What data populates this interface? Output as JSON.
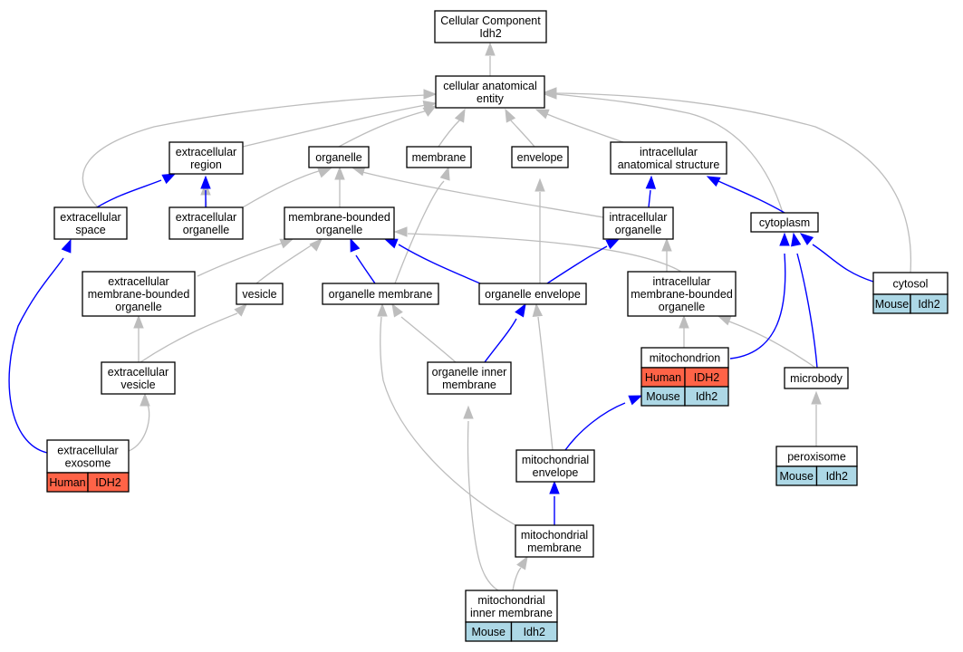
{
  "colors": {
    "gray_edge": "#bdbdbd",
    "blue_edge": "#0000ff",
    "human": "#ff6347",
    "mouse": "#add8e6"
  },
  "nodes": {
    "cc": {
      "lines": [
        "Cellular Component",
        "Idh2"
      ]
    },
    "cae": {
      "lines": [
        "cellular anatomical",
        "entity"
      ]
    },
    "er": {
      "lines": [
        "extracellular",
        "region"
      ]
    },
    "org": {
      "lines": [
        "organelle"
      ]
    },
    "mem": {
      "lines": [
        "membrane"
      ]
    },
    "env": {
      "lines": [
        "envelope"
      ]
    },
    "ias": {
      "lines": [
        "intracellular",
        "anatomical structure"
      ]
    },
    "es": {
      "lines": [
        "extracellular",
        "space"
      ]
    },
    "eo": {
      "lines": [
        "extracellular",
        "organelle"
      ]
    },
    "mbo": {
      "lines": [
        "membrane-bounded",
        "organelle"
      ]
    },
    "io": {
      "lines": [
        "intracellular",
        "organelle"
      ]
    },
    "cyto": {
      "lines": [
        "cytoplasm"
      ]
    },
    "ses": {
      "lines": [
        "cytosol"
      ],
      "cells": [
        [
          "mouse",
          "Mouse"
        ],
        [
          "mouse",
          "Idh2"
        ]
      ]
    },
    "embo": {
      "lines": [
        "extracellular",
        "membrane-bounded",
        "organelle"
      ]
    },
    "ves": {
      "lines": [
        "vesicle"
      ]
    },
    "om": {
      "lines": [
        "organelle membrane"
      ]
    },
    "oe": {
      "lines": [
        "organelle envelope"
      ]
    },
    "imbo": {
      "lines": [
        "intracellular",
        "membrane-bounded",
        "organelle"
      ]
    },
    "ev": {
      "lines": [
        "extracellular",
        "vesicle"
      ]
    },
    "oim": {
      "lines": [
        "organelle inner",
        "membrane"
      ]
    },
    "mito": {
      "lines": [
        "mitochondrion"
      ],
      "cells": [
        [
          "human",
          "Human"
        ],
        [
          "human",
          "IDH2"
        ],
        [
          "mouse",
          "Mouse"
        ],
        [
          "mouse",
          "Idh2"
        ]
      ]
    },
    "mb": {
      "lines": [
        "microbody"
      ]
    },
    "exo": {
      "lines": [
        "extracellular",
        "exosome"
      ],
      "cells": [
        [
          "human",
          "Human"
        ],
        [
          "human",
          "IDH2"
        ]
      ]
    },
    "menv": {
      "lines": [
        "mitochondrial",
        "envelope"
      ]
    },
    "perox": {
      "lines": [
        "peroxisome"
      ],
      "cells": [
        [
          "mouse",
          "Mouse"
        ],
        [
          "mouse",
          "Idh2"
        ]
      ]
    },
    "mmem": {
      "lines": [
        "mitochondrial",
        "membrane"
      ]
    },
    "mim": {
      "lines": [
        "mitochondrial",
        "inner membrane"
      ],
      "cells": [
        [
          "mouse",
          "Mouse"
        ],
        [
          "mouse",
          "Idh2"
        ]
      ]
    }
  }
}
